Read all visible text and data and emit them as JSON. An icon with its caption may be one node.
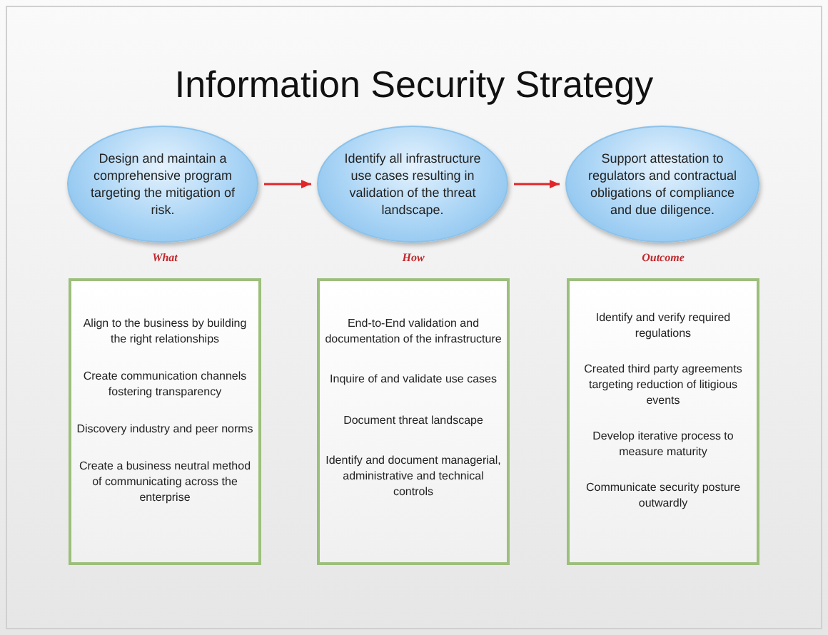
{
  "diagram": {
    "title": "Information Security Strategy",
    "nodes": [
      {
        "text": [
          "Design and maintain a comprehensive program targeting the mitigation of risk."
        ]
      },
      {
        "text": [
          "Identify all infrastructure use cases resulting in validation of the threat landscape."
        ]
      },
      {
        "text": [
          "Support attestation to regulators and contractual obligations of compliance and due diligence."
        ]
      },
      {
        "text": [
          "What",
          "Align to the business by building the right relationships",
          "Create communication channels fostering transparency",
          "Discovery industry and peer norms",
          "Create a business neutral method of communicating across the enterprise"
        ]
      },
      {
        "text": [
          "How",
          "End-to-End validation and documentation of the infrastructure",
          "Inquire of and validate use cases",
          "Document threat landscape",
          "Identify and document managerial, administrative and technical controls"
        ]
      },
      {
        "text": [
          "Outcome",
          "Identify and verify required regulations",
          "Created third party agreements targeting reduction of litigious events",
          "Develop iterative process to measure maturity",
          "Communicate security posture outwardly"
        ]
      }
    ],
    "edges": [
      {
        "from": 0,
        "to": 1,
        "arrow": "to",
        "color": "#e0262a"
      },
      {
        "from": 1,
        "to": 2,
        "arrow": "to",
        "color": "#e0262a"
      }
    ]
  }
}
